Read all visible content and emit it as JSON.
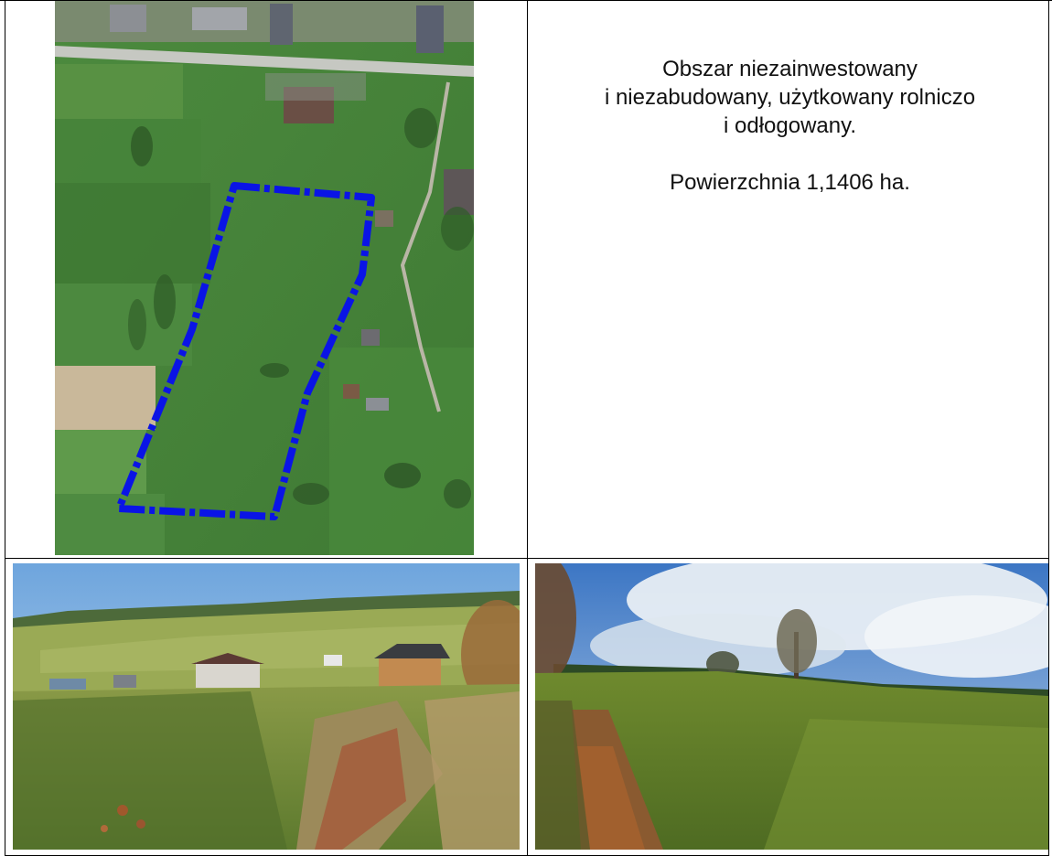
{
  "description": {
    "lines": [
      "Obszar niezainwestowany",
      "i niezabudowany, użytkowany rolniczo",
      "i odłogowany."
    ],
    "area_text": "Powierzchnia 1,1406 ha."
  },
  "colors": {
    "boundary": "#0a14e6",
    "grass": "#4f8a3c",
    "sky": "#7fb2e5",
    "border": "#000000"
  },
  "images": {
    "aerial": "aerial-orthophoto",
    "photo_left": "field-photo-houses",
    "photo_right": "field-photo-meadow"
  }
}
